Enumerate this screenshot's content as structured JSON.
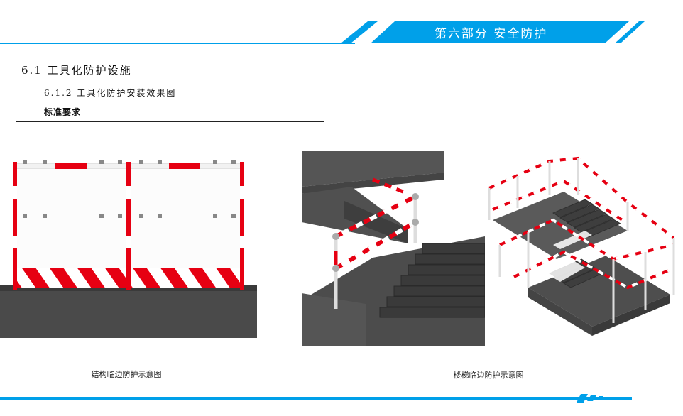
{
  "header": {
    "title": "第六部分 安全防护"
  },
  "section": {
    "title": "6.1 工具化防护设施",
    "subtitle": "6.1.2 工具化防护安装效果图",
    "requirement_label": "标准要求"
  },
  "figures": [
    {
      "caption": "结构临边防护示意图"
    },
    {
      "caption": "楼梯临边防护示意图"
    }
  ],
  "colors": {
    "accent_blue": "#00A0E9",
    "guard_red": "#E60012",
    "concrete": "#4A4A4A"
  }
}
